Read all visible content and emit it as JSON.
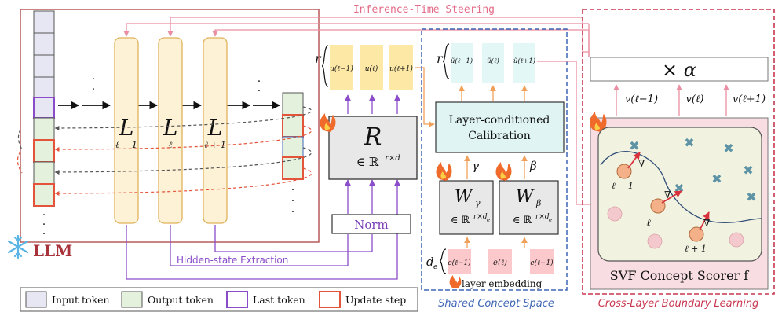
{
  "steering_title": "Inference-Time Steering",
  "llm_label": "LLM",
  "layers": [
    {
      "main": "L",
      "sub": "ℓ − 1"
    },
    {
      "main": "L",
      "sub": "ℓ"
    },
    {
      "main": "L",
      "sub": "ℓ + 1"
    }
  ],
  "hidden_extraction": "Hidden-state Extraction",
  "norm_label": "Norm",
  "R_block": {
    "main": "R",
    "sub": "∈ ℝ",
    "sup": "r×d"
  },
  "u_vectors": {
    "r": "r",
    "items": [
      "u(ℓ−1)",
      "u(ℓ)",
      "u(ℓ+1)"
    ]
  },
  "calibration": {
    "line1": "Layer-conditioned",
    "line2": "Calibration"
  },
  "ut_vectors": {
    "r": "r",
    "items": [
      "ũ(ℓ−1)",
      "ũ(ℓ)",
      "ũ(ℓ+1)"
    ]
  },
  "gamma": "γ",
  "beta": "β",
  "W_gamma": {
    "main": "W",
    "sub": "γ",
    "dom": "∈ ℝ",
    "sup": "r×d",
    "supsub": "e"
  },
  "W_beta": {
    "main": "W",
    "sub": "β",
    "dom": "∈ ℝ",
    "sup": "r×d",
    "supsub": "e"
  },
  "de_label": "d",
  "de_sub": "e",
  "e_vectors": [
    "e(ℓ−1)",
    "e(ℓ)",
    "e(ℓ+1)"
  ],
  "layer_embedding": "layer embedding",
  "shared_space_title": "Shared Concept Space",
  "alpha_box": "× α",
  "v_labels": [
    "v(ℓ−1)",
    "v(ℓ)",
    "v(ℓ+1)"
  ],
  "scorer_label": "SVF Concept Scorer f",
  "cross_layer_title": "Cross-Layer Boundary Learning",
  "point_labels": [
    "ℓ − 1",
    "ℓ",
    "ℓ + 1"
  ],
  "nabla": "∇",
  "dots": "· · ·",
  "legend": [
    {
      "label": "Input token",
      "fill": "#e6e7f3",
      "stroke": "#555555"
    },
    {
      "label": "Output token",
      "fill": "#e4f2dd",
      "stroke": "#555555"
    },
    {
      "label": "Last token",
      "fill": "#ffffff",
      "stroke": "#8a4cc9"
    },
    {
      "label": "Update step",
      "fill": "#ffffff",
      "stroke": "#e3553a"
    }
  ],
  "colors": {
    "llm_border": "#b85a5a",
    "layer_fill": "#fdf1d6",
    "layer_stroke": "#e0b25a",
    "input_token": "#e6e7f3",
    "output_token": "#e4f2dd",
    "last_token": "#8a4cc9",
    "update_step": "#e3553a",
    "steering": "#e98fa1",
    "extraction": "#8a4cc9",
    "shared_border": "#3f67b5",
    "cross_border": "#c8374f",
    "u_fill": "#fde8a6",
    "ut_fill": "#e4f7f7",
    "calib_fill": "#dff4f3",
    "e_fill": "#fbc8cc",
    "scorer_fill": "#f8dee3",
    "inner_fill": "#f1f3e0",
    "cross_mark": "#5d93a5",
    "point_fill": "#f4b089",
    "arrow_up": "#f0a05a",
    "snowflake": "#5ab5e5",
    "flame": "#ef6a2b"
  }
}
